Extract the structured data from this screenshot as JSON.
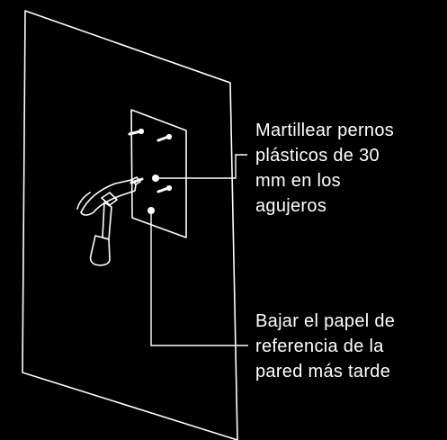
{
  "background_color": "#000000",
  "line_color": "#ffffff",
  "callouts": {
    "hammer_anchors": {
      "lines": [
        "Martillear pernos",
        "plásticos de 30",
        "mm en los",
        "agujeros"
      ]
    },
    "remove_template": {
      "lines": [
        "Bajar el papel de",
        "referencia de la",
        "pared más tarde"
      ]
    }
  },
  "icons": {
    "hammer": "hammer-icon",
    "wall": "wall-panel",
    "template": "paper-template",
    "anchors": "plastic-anchor"
  }
}
